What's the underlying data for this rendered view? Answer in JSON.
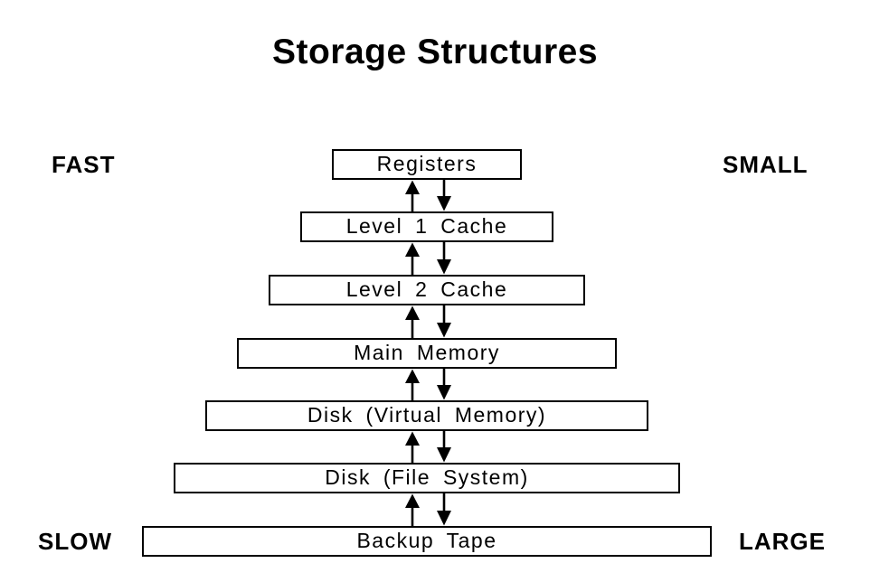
{
  "title": "Storage Structures",
  "corner_labels": {
    "top_left": "FAST",
    "top_right": "SMALL",
    "bottom_left": "SLOW",
    "bottom_right": "LARGE"
  },
  "layers": [
    {
      "label": "Registers"
    },
    {
      "label": "Level 1 Cache"
    },
    {
      "label": "Level 2 Cache"
    },
    {
      "label": "Main Memory"
    },
    {
      "label": "Disk (Virtual Memory)"
    },
    {
      "label": "Disk (File System)"
    },
    {
      "label": "Backup Tape"
    }
  ],
  "arrows": {
    "direction": "bidirectional",
    "between_each_adjacent_layer": true
  },
  "colors": {
    "foreground": "#000000",
    "background": "#ffffff"
  }
}
